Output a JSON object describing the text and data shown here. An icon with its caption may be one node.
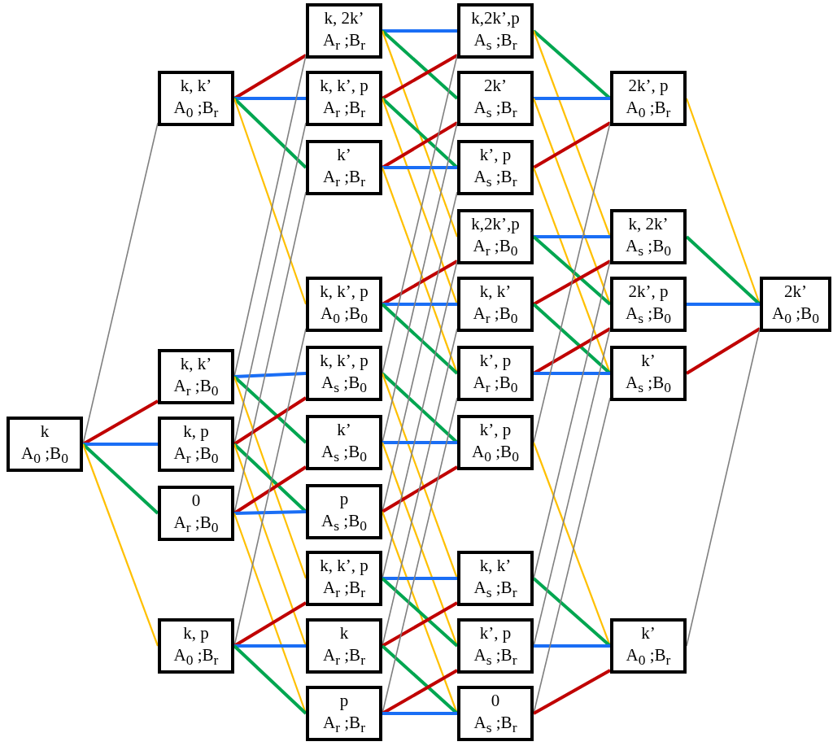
{
  "diagram": {
    "nodes": [
      {
        "text": [
          "k",
          "A$_{0}$ ;B$_{0}$"
        ]
      },
      {
        "text": [
          "k, k’",
          "A$_{0}$ ;B$_{r}$"
        ]
      },
      {
        "text": [
          "k, k’",
          "A$_{r}$ ;B$_{0}$"
        ]
      },
      {
        "text": [
          "k, p",
          "A$_{r}$ ;B$_{0}$"
        ]
      },
      {
        "text": [
          "0",
          "A$_{r}$ ;B$_{0}$"
        ]
      },
      {
        "text": [
          "k, p",
          "A$_{0}$ ;B$_{r}$"
        ]
      },
      {
        "text": [
          "k, 2k’",
          "A$_{r}$ ;B$_{r}$"
        ]
      },
      {
        "text": [
          "k, k’, p",
          "A$_{r}$ ;B$_{r}$"
        ]
      },
      {
        "text": [
          "k’",
          "A$_{r}$ ;B$_{r}$"
        ]
      },
      {
        "text": [
          "k, k’, p",
          "A$_{0}$ ;B$_{0}$"
        ]
      },
      {
        "text": [
          "k, k’, p",
          "A$_{s}$ ;B$_{0}$"
        ]
      },
      {
        "text": [
          "k’",
          "A$_{s}$ ;B$_{0}$"
        ]
      },
      {
        "text": [
          "p",
          "A$_{s}$ ;B$_{0}$"
        ]
      },
      {
        "text": [
          "k, k’, p",
          "A$_{r}$ ;B$_{r}$"
        ]
      },
      {
        "text": [
          "k",
          "A$_{r}$ ;B$_{r}$"
        ]
      },
      {
        "text": [
          "p",
          "A$_{r}$ ;B$_{r}$"
        ]
      },
      {
        "text": [
          "k,2k’,p",
          "A$_{s}$ ;B$_{r}$"
        ]
      },
      {
        "text": [
          "2k’",
          "A$_{s}$ ;B$_{r}$"
        ]
      },
      {
        "text": [
          "k’, p",
          "A$_{s}$ ;B$_{r}$"
        ]
      },
      {
        "text": [
          "k,2k’,p",
          "A$_{r}$ ;B$_{0}$"
        ]
      },
      {
        "text": [
          "k, k’",
          "A$_{r}$ ;B$_{0}$"
        ]
      },
      {
        "text": [
          "k’, p",
          "A$_{r}$ ;B$_{0}$"
        ]
      },
      {
        "text": [
          "k’, p",
          "A$_{0}$ ;B$_{0}$"
        ]
      },
      {
        "text": [
          "k, k’",
          "A$_{s}$ ;B$_{r}$"
        ]
      },
      {
        "text": [
          "k’, p",
          "A$_{s}$ ;B$_{r}$"
        ]
      },
      {
        "text": [
          "0",
          "A$_{s}$ ;B$_{r}$"
        ]
      },
      {
        "text": [
          "2k’, p",
          "A$_{0}$ ;B$_{r}$"
        ]
      },
      {
        "text": [
          "k, 2k’",
          "A$_{s}$ ;B$_{0}$"
        ]
      },
      {
        "text": [
          "2k’, p",
          "A$_{s}$ ;B$_{0}$"
        ]
      },
      {
        "text": [
          "k’",
          "A$_{s}$ ;B$_{0}$"
        ]
      },
      {
        "text": [
          "k’",
          "A$_{0}$ ;B$_{r}$"
        ]
      },
      {
        "text": [
          "2k’",
          "A$_{0}$ ;B$_{0}$"
        ]
      }
    ],
    "edges": [
      {
        "from": 0,
        "to": 1,
        "arrow": "none",
        "color": "#808080"
      },
      {
        "from": 0,
        "to": 2,
        "arrow": "none",
        "color": "#c00000"
      },
      {
        "from": 0,
        "to": 3,
        "arrow": "none",
        "color": "#1a6ef5"
      },
      {
        "from": 0,
        "to": 4,
        "arrow": "none",
        "color": "#00a650"
      },
      {
        "from": 0,
        "to": 5,
        "arrow": "none",
        "color": "#ffc000"
      },
      {
        "from": 1,
        "to": 6,
        "arrow": "none",
        "color": "#c00000"
      },
      {
        "from": 1,
        "to": 7,
        "arrow": "none",
        "color": "#1a6ef5"
      },
      {
        "from": 1,
        "to": 8,
        "arrow": "none",
        "color": "#00a650"
      },
      {
        "from": 1,
        "to": 9,
        "arrow": "none",
        "color": "#ffc000"
      },
      {
        "from": 2,
        "to": 6,
        "arrow": "none",
        "color": "#808080"
      },
      {
        "from": 2,
        "to": 10,
        "arrow": "none",
        "color": "#1a6ef5"
      },
      {
        "from": 2,
        "to": 11,
        "arrow": "none",
        "color": "#00a650"
      },
      {
        "from": 2,
        "to": 13,
        "arrow": "none",
        "color": "#ffc000"
      },
      {
        "from": 3,
        "to": 7,
        "arrow": "none",
        "color": "#808080"
      },
      {
        "from": 3,
        "to": 10,
        "arrow": "none",
        "color": "#c00000"
      },
      {
        "from": 3,
        "to": 12,
        "arrow": "none",
        "color": "#00a650"
      },
      {
        "from": 3,
        "to": 14,
        "arrow": "none",
        "color": "#ffc000"
      },
      {
        "from": 4,
        "to": 8,
        "arrow": "none",
        "color": "#808080"
      },
      {
        "from": 4,
        "to": 11,
        "arrow": "none",
        "color": "#c00000"
      },
      {
        "from": 4,
        "to": 12,
        "arrow": "none",
        "color": "#1a6ef5"
      },
      {
        "from": 4,
        "to": 15,
        "arrow": "none",
        "color": "#ffc000"
      },
      {
        "from": 5,
        "to": 9,
        "arrow": "none",
        "color": "#808080"
      },
      {
        "from": 5,
        "to": 13,
        "arrow": "none",
        "color": "#c00000"
      },
      {
        "from": 5,
        "to": 14,
        "arrow": "none",
        "color": "#1a6ef5"
      },
      {
        "from": 5,
        "to": 15,
        "arrow": "none",
        "color": "#00a650"
      },
      {
        "from": 6,
        "to": 16,
        "arrow": "none",
        "color": "#1a6ef5"
      },
      {
        "from": 6,
        "to": 17,
        "arrow": "none",
        "color": "#00a650"
      },
      {
        "from": 6,
        "to": 19,
        "arrow": "none",
        "color": "#ffc000"
      },
      {
        "from": 7,
        "to": 16,
        "arrow": "none",
        "color": "#c00000"
      },
      {
        "from": 7,
        "to": 18,
        "arrow": "none",
        "color": "#00a650"
      },
      {
        "from": 7,
        "to": 20,
        "arrow": "none",
        "color": "#ffc000"
      },
      {
        "from": 8,
        "to": 17,
        "arrow": "none",
        "color": "#c00000"
      },
      {
        "from": 8,
        "to": 18,
        "arrow": "none",
        "color": "#1a6ef5"
      },
      {
        "from": 8,
        "to": 21,
        "arrow": "none",
        "color": "#ffc000"
      },
      {
        "from": 9,
        "to": 19,
        "arrow": "none",
        "color": "#c00000"
      },
      {
        "from": 9,
        "to": 20,
        "arrow": "none",
        "color": "#1a6ef5"
      },
      {
        "from": 9,
        "to": 21,
        "arrow": "none",
        "color": "#00a650"
      },
      {
        "from": 10,
        "to": 16,
        "arrow": "none",
        "color": "#808080"
      },
      {
        "from": 10,
        "to": 22,
        "arrow": "none",
        "color": "#00a650"
      },
      {
        "from": 10,
        "to": 23,
        "arrow": "none",
        "color": "#ffc000"
      },
      {
        "from": 11,
        "to": 17,
        "arrow": "none",
        "color": "#808080"
      },
      {
        "from": 11,
        "to": 22,
        "arrow": "none",
        "color": "#1a6ef5"
      },
      {
        "from": 11,
        "to": 24,
        "arrow": "none",
        "color": "#ffc000"
      },
      {
        "from": 12,
        "to": 18,
        "arrow": "none",
        "color": "#808080"
      },
      {
        "from": 12,
        "to": 22,
        "arrow": "none",
        "color": "#c00000"
      },
      {
        "from": 12,
        "to": 25,
        "arrow": "none",
        "color": "#ffc000"
      },
      {
        "from": 13,
        "to": 19,
        "arrow": "none",
        "color": "#808080"
      },
      {
        "from": 13,
        "to": 23,
        "arrow": "none",
        "color": "#1a6ef5"
      },
      {
        "from": 13,
        "to": 24,
        "arrow": "none",
        "color": "#00a650"
      },
      {
        "from": 14,
        "to": 20,
        "arrow": "none",
        "color": "#808080"
      },
      {
        "from": 14,
        "to": 23,
        "arrow": "none",
        "color": "#c00000"
      },
      {
        "from": 14,
        "to": 25,
        "arrow": "none",
        "color": "#00a650"
      },
      {
        "from": 15,
        "to": 21,
        "arrow": "none",
        "color": "#808080"
      },
      {
        "from": 15,
        "to": 24,
        "arrow": "none",
        "color": "#c00000"
      },
      {
        "from": 15,
        "to": 25,
        "arrow": "none",
        "color": "#1a6ef5"
      },
      {
        "from": 16,
        "to": 26,
        "arrow": "none",
        "color": "#00a650"
      },
      {
        "from": 16,
        "to": 27,
        "arrow": "none",
        "color": "#ffc000"
      },
      {
        "from": 17,
        "to": 26,
        "arrow": "none",
        "color": "#1a6ef5"
      },
      {
        "from": 17,
        "to": 28,
        "arrow": "none",
        "color": "#ffc000"
      },
      {
        "from": 18,
        "to": 26,
        "arrow": "none",
        "color": "#c00000"
      },
      {
        "from": 18,
        "to": 29,
        "arrow": "none",
        "color": "#ffc000"
      },
      {
        "from": 19,
        "to": 27,
        "arrow": "none",
        "color": "#1a6ef5"
      },
      {
        "from": 19,
        "to": 28,
        "arrow": "none",
        "color": "#00a650"
      },
      {
        "from": 20,
        "to": 27,
        "arrow": "none",
        "color": "#c00000"
      },
      {
        "from": 20,
        "to": 29,
        "arrow": "none",
        "color": "#00a650"
      },
      {
        "from": 21,
        "to": 28,
        "arrow": "none",
        "color": "#c00000"
      },
      {
        "from": 21,
        "to": 29,
        "arrow": "none",
        "color": "#1a6ef5"
      },
      {
        "from": 22,
        "to": 26,
        "arrow": "none",
        "color": "#808080"
      },
      {
        "from": 22,
        "to": 30,
        "arrow": "none",
        "color": "#ffc000"
      },
      {
        "from": 23,
        "to": 27,
        "arrow": "none",
        "color": "#808080"
      },
      {
        "from": 23,
        "to": 30,
        "arrow": "none",
        "color": "#00a650"
      },
      {
        "from": 24,
        "to": 28,
        "arrow": "none",
        "color": "#808080"
      },
      {
        "from": 24,
        "to": 30,
        "arrow": "none",
        "color": "#1a6ef5"
      },
      {
        "from": 25,
        "to": 29,
        "arrow": "none",
        "color": "#808080"
      },
      {
        "from": 25,
        "to": 30,
        "arrow": "none",
        "color": "#c00000"
      },
      {
        "from": 26,
        "to": 31,
        "arrow": "none",
        "color": "#ffc000"
      },
      {
        "from": 27,
        "to": 31,
        "arrow": "none",
        "color": "#00a650"
      },
      {
        "from": 28,
        "to": 31,
        "arrow": "none",
        "color": "#1a6ef5"
      },
      {
        "from": 29,
        "to": 31,
        "arrow": "none",
        "color": "#c00000"
      },
      {
        "from": 30,
        "to": 31,
        "arrow": "none",
        "color": "#808080"
      }
    ]
  }
}
